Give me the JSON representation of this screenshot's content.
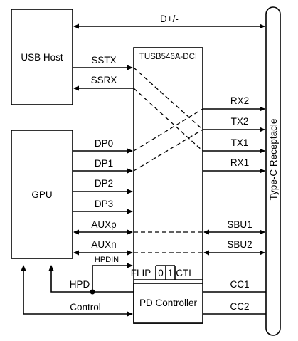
{
  "blocks": {
    "usb_host": "USB Host",
    "gpu": "GPU",
    "chip": "TUSB546A-DCI",
    "pd_controller": "PD Controller",
    "receptacle": "Type-C Receptacle"
  },
  "signals": {
    "dplus_minus": "D+/-",
    "sstx": "SSTX",
    "ssrx": "SSRX",
    "dp0": "DP0",
    "dp1": "DP1",
    "dp2": "DP2",
    "dp3": "DP3",
    "auxp": "AUXp",
    "auxn": "AUXn",
    "hpdin": "HPDIN",
    "hpd": "HPD",
    "control": "Control",
    "rx2": "RX2",
    "tx2": "TX2",
    "tx1": "TX1",
    "rx1": "RX1",
    "sbu1": "SBU1",
    "sbu2": "SBU2",
    "cc1": "CC1",
    "cc2": "CC2"
  },
  "control_pins": {
    "flip": "FLIP",
    "bit0": "0",
    "bit1": "1",
    "ctl": "CTL"
  }
}
